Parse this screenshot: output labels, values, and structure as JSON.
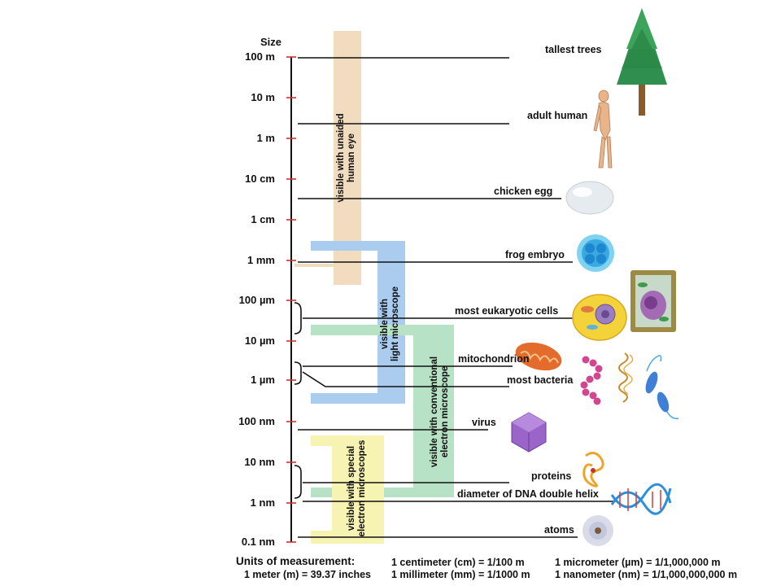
{
  "scale": {
    "header": "Size",
    "ticks": [
      "100 m",
      "10 m",
      "1 m",
      "10 cm",
      "1 cm",
      "1 mm",
      "100  µm",
      "10  µm",
      "1  µm",
      "100 nm",
      "10 nm",
      "1 nm",
      "0.1 nm"
    ]
  },
  "ranges": {
    "unaided_eye": [
      "visible with unaided",
      "human eye"
    ],
    "light_microscope": [
      "visible with",
      "light microscope"
    ],
    "conventional_em": [
      "visible with conventional",
      "electron microscope"
    ],
    "special_em": [
      "visible with special",
      "electron microscopes"
    ]
  },
  "objects": {
    "tallest_trees": "tallest trees",
    "adult_human": "adult human",
    "chicken_egg": "chicken egg",
    "frog_embryo": "frog embryo",
    "eukaryotic_cells": "most eukaryotic cells",
    "mitochondrion": "mitochondrion",
    "bacteria": "most bacteria",
    "virus": "virus",
    "proteins": "proteins",
    "dna": "diameter of DNA double helix",
    "atoms": "atoms"
  },
  "units": {
    "title": "Units of measurement:",
    "meter": "1 meter (m) = 39.37 inches",
    "centimeter": "1 centimeter (cm) = 1/100 m",
    "millimeter": "1 millimeter (mm) = 1/1000 m",
    "micrometer": "1 micrometer (µm) = 1/1,000,000 m",
    "nanometer": "1 nanometer (nm) = 1/1,000,000,000 m"
  },
  "colors": {
    "unaided_eye": "#f2dcc0",
    "light_microscope": "#a9ccef",
    "conventional_em": "#b7e2c6",
    "special_em": "#f7f3b2",
    "tick": "#d0312d",
    "line": "#111111"
  }
}
